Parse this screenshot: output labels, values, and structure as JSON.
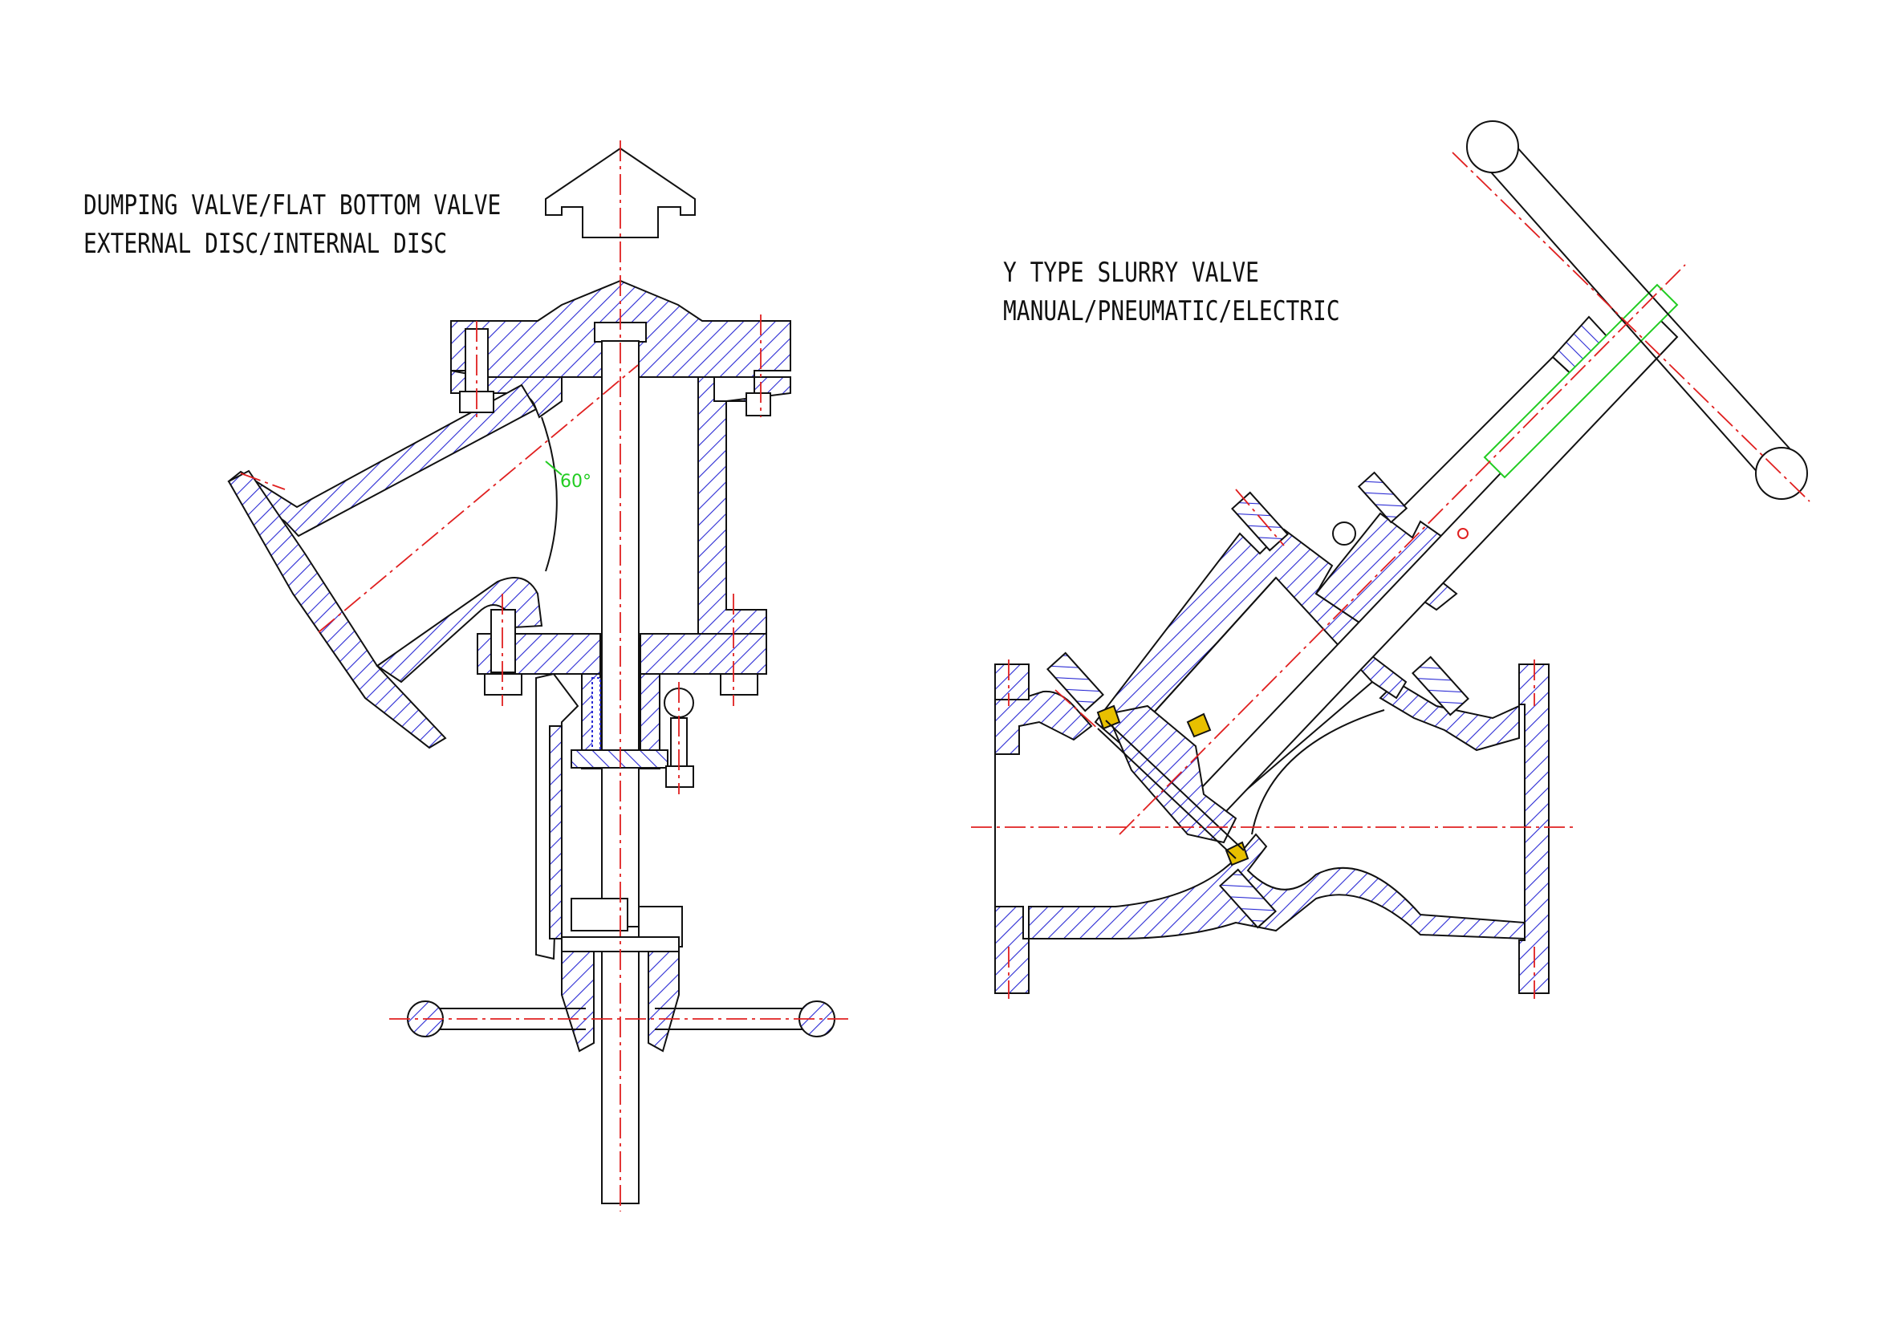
{
  "left_drawing": {
    "title_line1": "DUMPING VALVE/FLAT BOTTOM VALVE",
    "title_line2": "EXTERNAL DISC/INTERNAL DISC",
    "angle_annotation": "60°"
  },
  "right_drawing": {
    "title_line1": "Y TYPE SLURRY VALVE",
    "title_line2": "MANUAL/PNEUMATIC/ELECTRIC"
  },
  "colors": {
    "outline": "#111111",
    "hatch": "#2a2ad4",
    "centerline": "#e02020",
    "dimension": "#22cc22",
    "seal": "#e8c000"
  }
}
